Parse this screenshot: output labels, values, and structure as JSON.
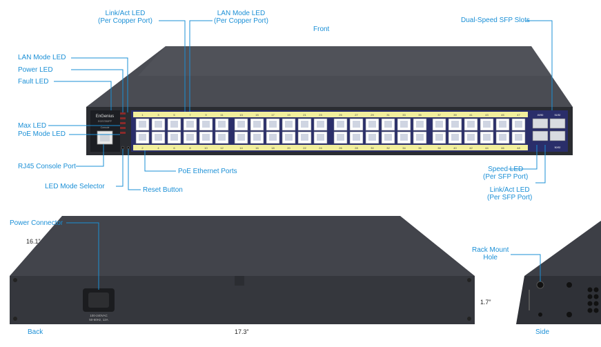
{
  "views": {
    "front": "Front",
    "back": "Back",
    "side": "Side"
  },
  "front_callouts": {
    "link_act_led": "Link/Act LED",
    "link_act_led_sub": "(Per Copper Port)",
    "lan_mode_led_copper": "LAN Mode LED",
    "lan_mode_led_copper_sub": "(Per Copper Port)",
    "dual_speed_sfp": "Dual-Speed SFP Slots",
    "lan_mode_led": "LAN Mode LED",
    "power_led": "Power LED",
    "fault_led": "Fault LED",
    "max_led": "Max LED",
    "poe_mode_led": "PoE Mode LED",
    "rj45_console": "RJ45 Console Port",
    "poe_ethernet": "PoE Ethernet Ports",
    "led_mode_selector": "LED Mode Selector",
    "reset_button": "Reset Button",
    "speed_led_sfp": "Speed LED",
    "speed_led_sfp_sub": "(Per SFP Port)",
    "link_act_led_sfp": "Link/Act LED",
    "link_act_led_sfp_sub": "(Per SFP Port)"
  },
  "back_callouts": {
    "power_connector": "Power Connector",
    "rack_mount_hole": "Rack Mount",
    "rack_mount_hole_sub": "Hole"
  },
  "dimensions": {
    "depth": "16.1”",
    "width": "17.3”",
    "height": "1.7”"
  },
  "device": {
    "brand": "EnGenius",
    "model": "EGS7252FP",
    "console_label": "Console",
    "power_rating_1": "100-240VAC",
    "power_rating_2": "50-60Hz, 12A",
    "top_port_numbers": [
      "1",
      "3",
      "5",
      "7",
      "9",
      "11",
      "13",
      "15",
      "17",
      "19",
      "21",
      "23",
      "25",
      "27",
      "29",
      "31",
      "33",
      "35",
      "37",
      "39",
      "41",
      "43",
      "45",
      "47"
    ],
    "bottom_port_numbers": [
      "2",
      "4",
      "6",
      "8",
      "10",
      "12",
      "14",
      "16",
      "18",
      "20",
      "22",
      "24",
      "26",
      "28",
      "30",
      "32",
      "34",
      "36",
      "38",
      "40",
      "42",
      "44",
      "46",
      "48"
    ],
    "sfp_top_labels": [
      "49/50",
      "51/52"
    ],
    "sfp_bottom_labels": [
      "50/52"
    ]
  },
  "colors": {
    "callout": "#1a8fd6",
    "chassis": "#3b3d44",
    "panel": "#2f3340",
    "port_bg": "#ffffff",
    "led_strip": "#f2ef9c"
  }
}
